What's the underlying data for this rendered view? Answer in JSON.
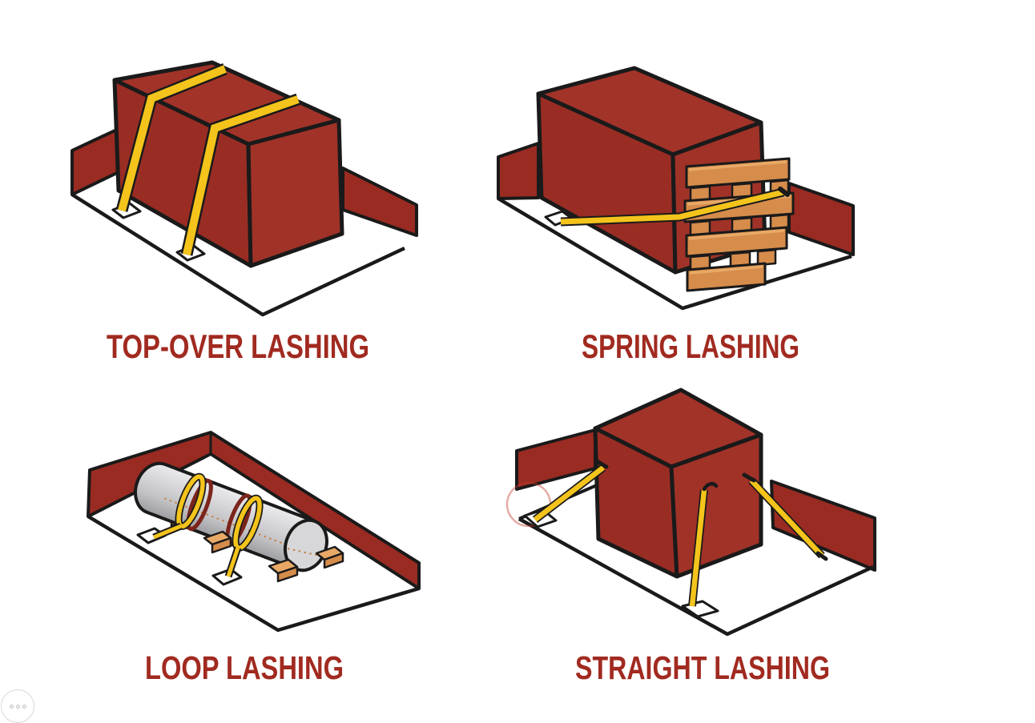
{
  "diagram": {
    "panels": [
      {
        "name": "top-over-lashing",
        "label": "TOP-OVER LASHING",
        "depicts": "red cargo box secured by two yellow straps passing over the top to floor anchor plates"
      },
      {
        "name": "spring-lashing",
        "label": "SPRING LASHING",
        "depicts": "red cargo box with wooden pallet boards on its end face and a yellow strap from a floor anchor across the boards"
      },
      {
        "name": "loop-lashing",
        "label": "LOOP LASHING",
        "depicts": "gray cylinder on wooden chocks held by two yellow loop straps tied to floor anchor plates"
      },
      {
        "name": "straight-lashing",
        "label": "STRAIGHT LASHING",
        "depicts": "red cube held by straight yellow straps running diagonally from hooks on the box to floor anchors"
      }
    ]
  },
  "overlay": {
    "more_button_icon": "ellipsis-icon"
  },
  "colors": {
    "outline": "#1A1A1A",
    "floor-white": "#FFFFFF",
    "wall-red": "#9A2B22",
    "box-top": "#A23329",
    "box-front": "#992D24",
    "box-side": "#A03228",
    "strap-yellow": "#F4C41C",
    "strap-maroon": "#7B241C",
    "wood": "#D68C4B",
    "wood-light": "#E8A967",
    "wood-dark": "#C97933",
    "cylinder-gray": "#C9C9CC",
    "label-red": "#A12A20",
    "seam-orange": "#C58143",
    "watermark-red": "#C0392B",
    "button-gray": "#D9D9D9"
  }
}
